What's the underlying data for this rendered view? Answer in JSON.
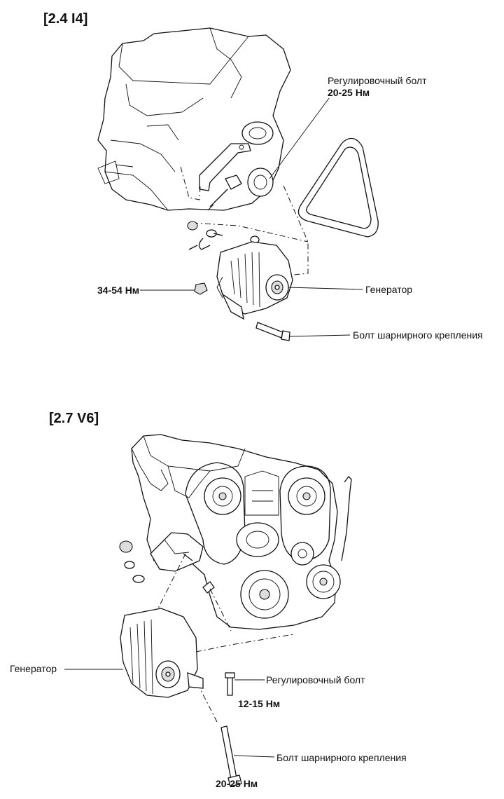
{
  "sections": [
    {
      "title": "[2.4 I4]",
      "labels": {
        "adjust_bolt": "Регулировочный болт",
        "adjust_torque": "20-25 Нм",
        "mount_torque": "34-54 Нм",
        "generator": "Генератор",
        "pivot_bolt": "Болт шарнирного крепления"
      }
    },
    {
      "title": "[2.7 V6]",
      "labels": {
        "generator": "Генератор",
        "adjust_bolt": "Регулировочный болт",
        "adjust_torque": "12-15 Нм",
        "pivot_bolt": "Болт шарнирного крепления",
        "pivot_torque": "20-25 Нм"
      }
    }
  ]
}
